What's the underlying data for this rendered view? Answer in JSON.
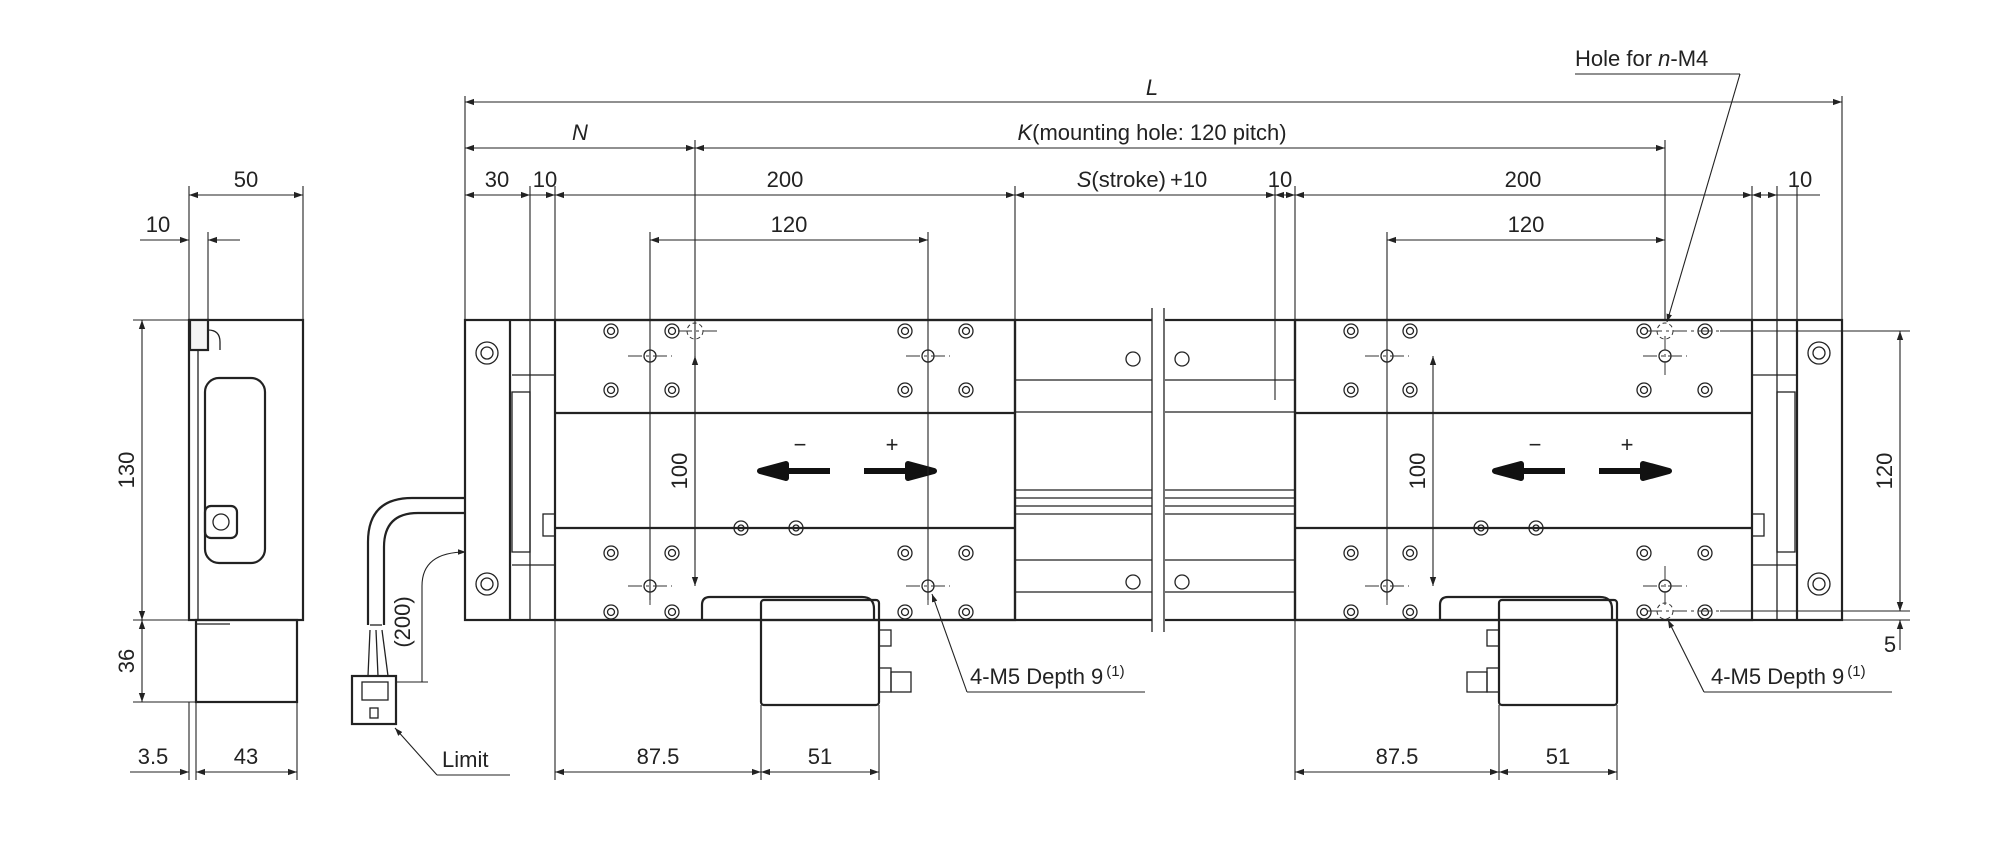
{
  "labels": {
    "L": "L",
    "N": "N",
    "K": "K",
    "K_text": "(mounting hole: 120 pitch)",
    "S": "S",
    "S_text": "(stroke)",
    "S_plus": "+10",
    "hole_n_prefix": "Hole for ",
    "hole_n_var": "n",
    "hole_n_suffix": "-M4",
    "m5_left": "4-M5 Depth 9",
    "m5_right": "4-M5 Depth 9",
    "note_ref": "(1)",
    "limit": "Limit",
    "minus": "−",
    "plus": "+"
  },
  "dimensions": {
    "d50": "50",
    "d10_side": "10",
    "d130": "130",
    "d36": "36",
    "d3_5": "3.5",
    "d43": "43",
    "d200_cable": "(200)",
    "d30": "30",
    "d10_a": "10",
    "d200_left": "200",
    "d120_left": "120",
    "d10_b": "10",
    "d200_right": "200",
    "d120_right": "120",
    "d10_c": "10",
    "d100_left": "100",
    "d100_right": "100",
    "d120_vert": "120",
    "d5": "5",
    "d87_5_left": "87.5",
    "d51_left": "51",
    "d87_5_right": "87.5",
    "d51_right": "51"
  },
  "colors": {
    "line": "#222222",
    "background": "#ffffff"
  }
}
